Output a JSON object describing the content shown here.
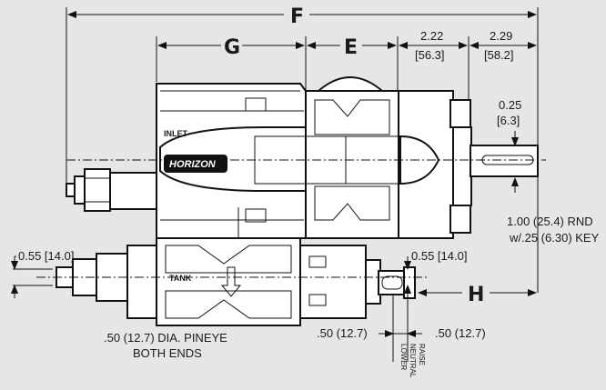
{
  "dimensions": {
    "f_label": "F",
    "g_label": "G",
    "e_label": "E",
    "h_label": "H",
    "dim_222_in": "2.22",
    "dim_222_mm": "[56.3]",
    "dim_229_in": "2.29",
    "dim_229_mm": "[58.2]",
    "dim_025_in": "0.25",
    "dim_025_mm": "[6.3]",
    "shaft_line1": "1.00 (25.4) RND",
    "shaft_line2": "w/.25 (6.30) KEY",
    "left_055": "0.55 [14.0]",
    "right_055": "0.55 [14.0]",
    "pineye_line1": ".50 (12.7) DIA. PINEYE",
    "pineye_line2": "BOTH ENDS",
    "left_050": ".50 (12.7)",
    "right_050": ".50 (12.7)"
  },
  "labels": {
    "inlet": "INLET",
    "tank": "TANK",
    "brand": "HORIZON",
    "raise": "RAISE",
    "neutral": "NEUTRAL",
    "lower": "LOWER"
  },
  "colors": {
    "background": "#e5e6e7",
    "line": "#111111",
    "body_fill": "#ffffff"
  }
}
